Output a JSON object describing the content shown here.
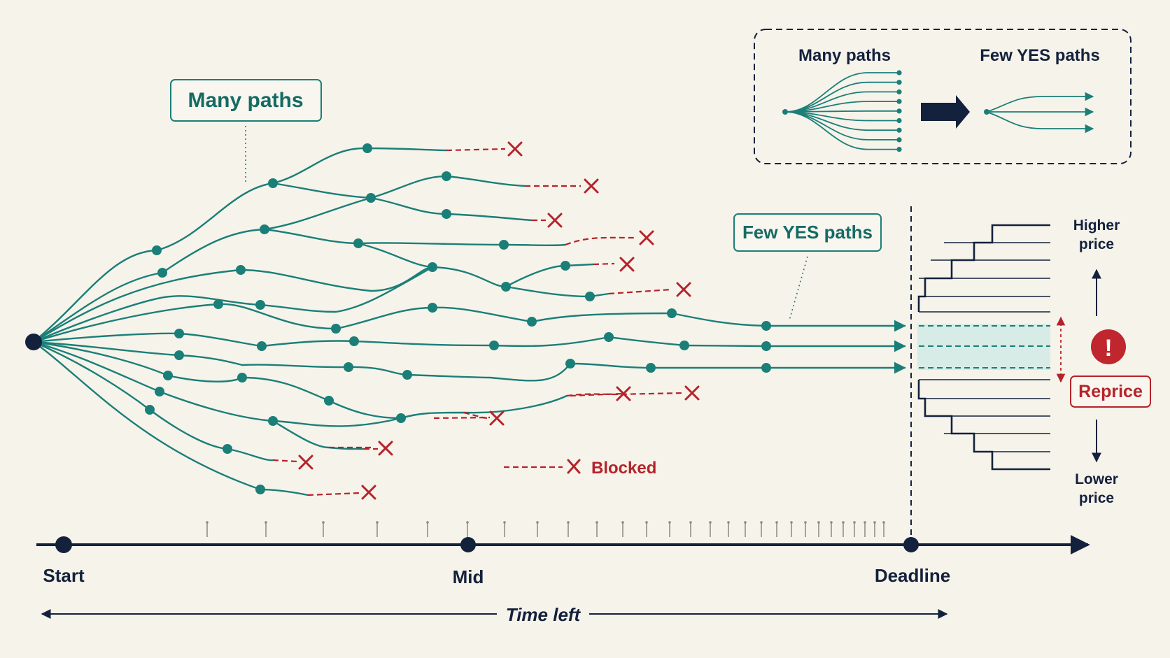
{
  "callouts": {
    "many_paths": "Many paths",
    "few_yes_paths": "Few YES paths"
  },
  "inset": {
    "left_label": "Many paths",
    "right_label": "Few YES paths"
  },
  "legend": {
    "blocked": "Blocked"
  },
  "price_scale": {
    "higher_line1": "Higher",
    "higher_line2": "price",
    "lower_line1": "Lower",
    "lower_line2": "price",
    "reprice": "Reprice",
    "alert_glyph": "!"
  },
  "timeline": {
    "start": "Start",
    "mid": "Mid",
    "deadline": "Deadline",
    "time_left": "Time left"
  },
  "colors": {
    "teal": "#1a7f78",
    "navy": "#14213d",
    "red": "#b5232a",
    "band": "#d7ece6",
    "background": "#f6f3ea"
  },
  "icons": [
    "blocked-x-icon",
    "alert-icon",
    "arrow-right-icon"
  ]
}
